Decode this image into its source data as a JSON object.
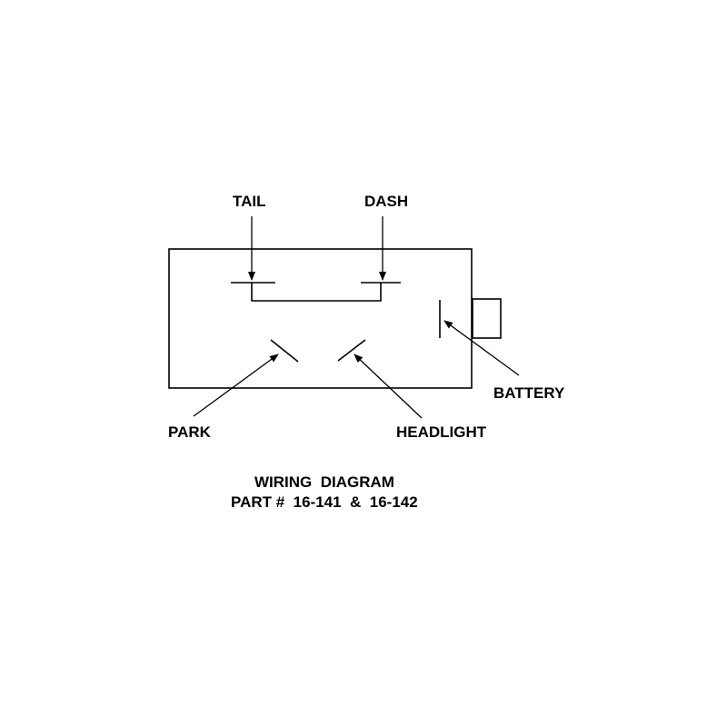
{
  "labels": {
    "tail": "TAIL",
    "dash": "DASH",
    "battery": "BATTERY",
    "park": "PARK",
    "headlight": "HEADLIGHT"
  },
  "caption": {
    "line1": "WIRING  DIAGRAM",
    "line2": "PART #  16-141  &  16-142"
  },
  "colors": {
    "ink": "#000000",
    "background": "#ffffff"
  }
}
